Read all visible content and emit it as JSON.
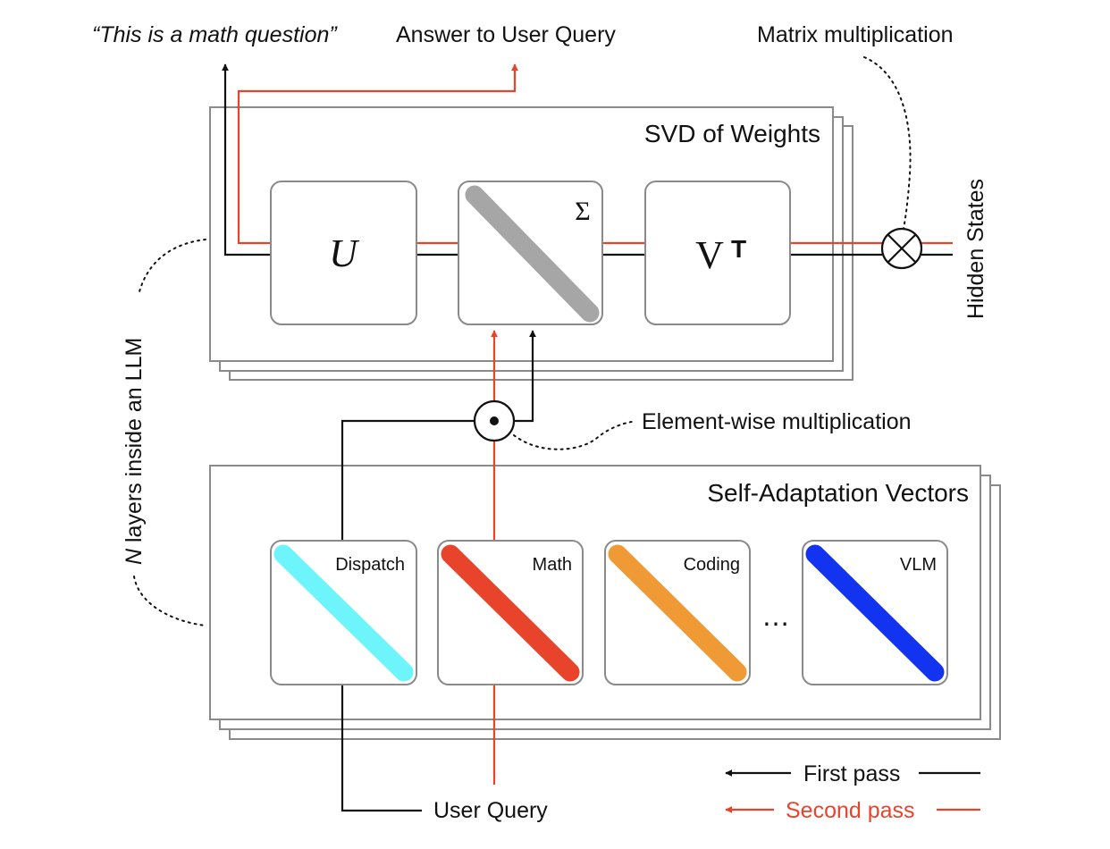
{
  "colors": {
    "first_pass": "#111111",
    "second_pass": "#e8442c",
    "sigma_diag": "#a6a6a6",
    "dispatch": "#6ef4fb",
    "math": "#e8442c",
    "coding": "#f09a36",
    "vlm": "#1233f0"
  },
  "labels": {
    "math_question": "“This is a math question”",
    "answer": "Answer to User Query",
    "matrix_mult": "Matrix multiplication",
    "svd_title": "SVD of Weights",
    "hidden_states": "Hidden States",
    "n_layers_var": "N",
    "n_layers_rest": " layers inside an LLM",
    "elementwise": "Element-wise multiplication",
    "sav_title": "Self-Adaptation Vectors",
    "user_query": "User Query",
    "ellipsis": "…"
  },
  "svd": {
    "u_label": "U",
    "sigma_label": "Σ",
    "vt_label": "V",
    "vt_sup": "T"
  },
  "vectors": [
    {
      "name": "Dispatch",
      "color": "#6ef4fb"
    },
    {
      "name": "Math",
      "color": "#e8442c"
    },
    {
      "name": "Coding",
      "color": "#f09a36"
    },
    {
      "name": "VLM",
      "color": "#1233f0"
    }
  ],
  "legend": {
    "first": "First pass",
    "second": "Second pass"
  }
}
